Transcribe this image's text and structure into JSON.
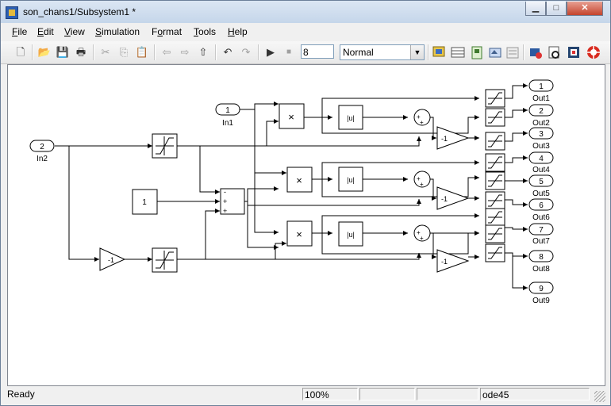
{
  "window": {
    "title": "son_chans1/Subsystem1 *",
    "min_glyph": "▁",
    "max_glyph": "□",
    "close_glyph": "✕"
  },
  "menu": [
    {
      "label": "File",
      "key": "F",
      "rest": "ile"
    },
    {
      "label": "Edit",
      "key": "E",
      "rest": "dit"
    },
    {
      "label": "View",
      "key": "V",
      "rest": "iew"
    },
    {
      "label": "Simulation",
      "key": "S",
      "rest": "imulation"
    },
    {
      "label": "Format",
      "key": "o",
      "pre": "F",
      "rest": "rmat"
    },
    {
      "label": "Tools",
      "key": "T",
      "rest": "ools"
    },
    {
      "label": "Help",
      "key": "H",
      "rest": "elp"
    }
  ],
  "toolbar": {
    "stop_time": "8",
    "sim_mode": "Normal",
    "icons": {
      "new": "🗋",
      "open": "📂",
      "save": "💾",
      "print": "🖶",
      "cut": "✂",
      "copy": "⎘",
      "paste": "📋",
      "back": "⇦",
      "forward": "⇨",
      "up": "⇧",
      "undo": "↶",
      "redo": "↷",
      "run": "▶",
      "stop": "■",
      "dropdown": "▼"
    }
  },
  "diagram": {
    "in_ports": [
      {
        "number": "1",
        "label": "In1"
      },
      {
        "number": "2",
        "label": "In2"
      }
    ],
    "out_ports": [
      {
        "number": "1",
        "label": "Out1"
      },
      {
        "number": "2",
        "label": "Out2"
      },
      {
        "number": "3",
        "label": "Out3"
      },
      {
        "number": "4",
        "label": "Out4"
      },
      {
        "number": "5",
        "label": "Out5"
      },
      {
        "number": "6",
        "label": "Out6"
      },
      {
        "number": "7",
        "label": "Out7"
      },
      {
        "number": "8",
        "label": "Out8"
      },
      {
        "number": "9",
        "label": "Out9"
      }
    ],
    "constant_value": "1",
    "gain_value": "-1",
    "product_symbol": "×",
    "abs_label": "|u|",
    "plus": "+",
    "minus": "-"
  },
  "status": {
    "ready": "Ready",
    "zoom": "100%",
    "solver": "ode45"
  }
}
